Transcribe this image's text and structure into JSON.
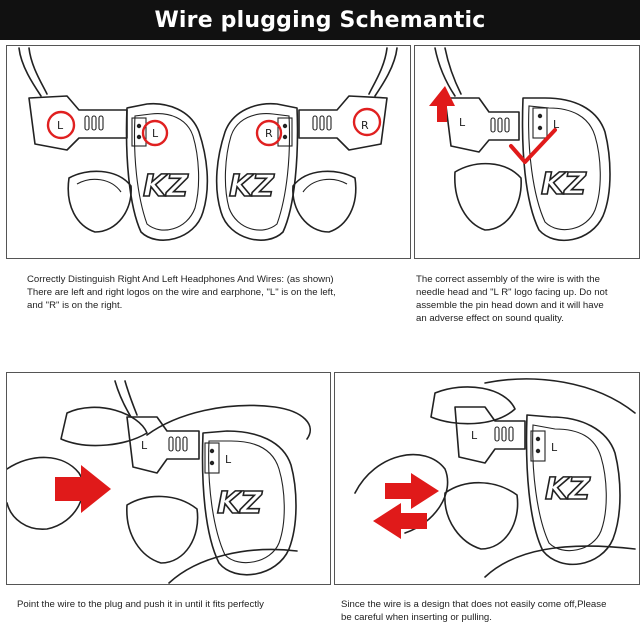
{
  "title": "Wire plugging Schemantic",
  "colors": {
    "title_bg": "#111111",
    "accent_red": "#e01a1a",
    "line": "#222222"
  },
  "panels": [
    {
      "labels": {
        "left_wire": "L",
        "left_earphone": "L",
        "right_earphone": "R",
        "right_wire": "R",
        "logo_left": "KZ",
        "logo_right": "KZ"
      },
      "caption": [
        "Correctly Distinguish Right And Left Headphones And Wires: (as shown)",
        "There are left and right logos on the wire and earphone, \"L\" is on the left,",
        "and \"R\" is on the right."
      ]
    },
    {
      "labels": {
        "wire": "L",
        "earphone": "L",
        "logo": "KZ"
      },
      "caption": [
        "The correct assembly of the wire is with the",
        "needle head and \"L R\" logo facing up. Do not",
        "assemble the pin head down and it will have",
        "an adverse effect on sound quality."
      ]
    },
    {
      "labels": {
        "wire": "L",
        "earphone": "L",
        "logo": "KZ"
      },
      "caption": [
        "Point the wire to the plug and push it in until it fits perfectly"
      ]
    },
    {
      "labels": {
        "wire": "L",
        "earphone": "L",
        "logo": "KZ"
      },
      "caption": [
        "Since the wire is a design that does not easily come off,Please",
        "be careful when inserting or pulling."
      ]
    }
  ]
}
